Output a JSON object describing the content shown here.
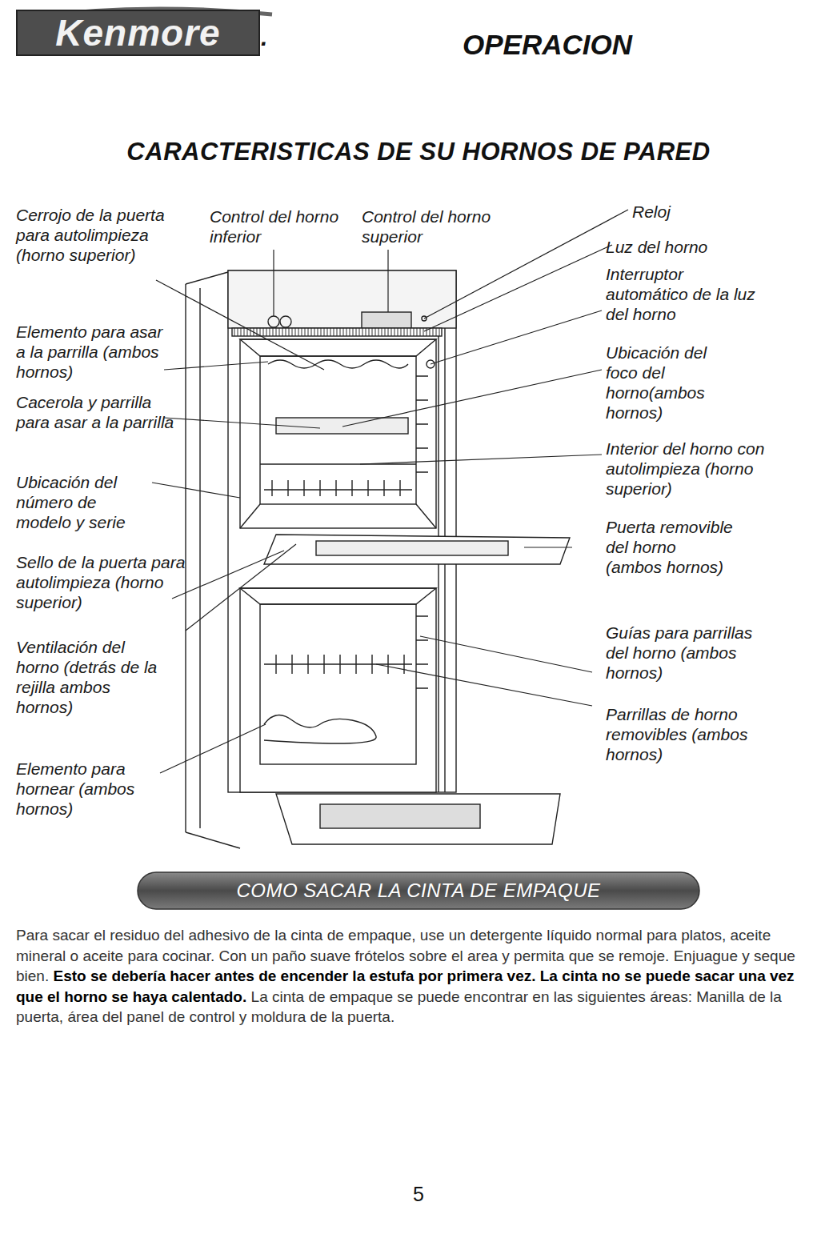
{
  "diagram": {
    "title": "CARACTERISTICAS DE SU HORNOS DE PARED",
    "nodes": [
      {
        "text": [
          "Kenmore"
        ]
      },
      {
        "text": [
          "COMO SACAR LA CINTA DE EMPAQUE"
        ]
      }
    ],
    "labels": [
      "OPERACION",
      ".",
      "Cerrojo de la puerta para autolimpieza (horno superior)",
      "Elemento para asar a la parrilla (ambos hornos)",
      "Cacerola y parrilla para asar a la parrilla",
      "Ubicación del número de modelo y serie",
      "Sello de la puerta para autolimpieza (horno superior)",
      "Ventilación del horno (detrás de la rejilla ambos hornos)",
      "Elemento para hornear (ambos hornos)",
      "Control del horno inferior",
      "Control del horno superior",
      "Reloj",
      "Luz del horno",
      "Interruptor automático de la luz del horno",
      "Ubicación del foco del horno(ambos hornos)",
      "Interior del horno con autolimpieza (horno superior)",
      "Puerta removible del horno (ambos hornos)",
      "Guías para parrillas del horno (ambos hornos)",
      "Parrillas de horno removibles (ambos hornos)",
      "Para sacar el residuo del adhesivo de la cinta de empaque, use un detergente líquido normal para platos, aceite mineral o aceite para cocinar. Con un paño suave frótelos sobre el area y permita que se remoje. Enjuague y seque bien.",
      "Esto se debería hacer antes de encender la estufa por primera vez. La cinta no se puede sacar una vez que el horno se haya calentado.",
      "La cinta de empaque se puede encontrar en las siguientes áreas: Manilla de la puerta, área del panel de control y moldura de la puerta.",
      "5"
    ]
  }
}
